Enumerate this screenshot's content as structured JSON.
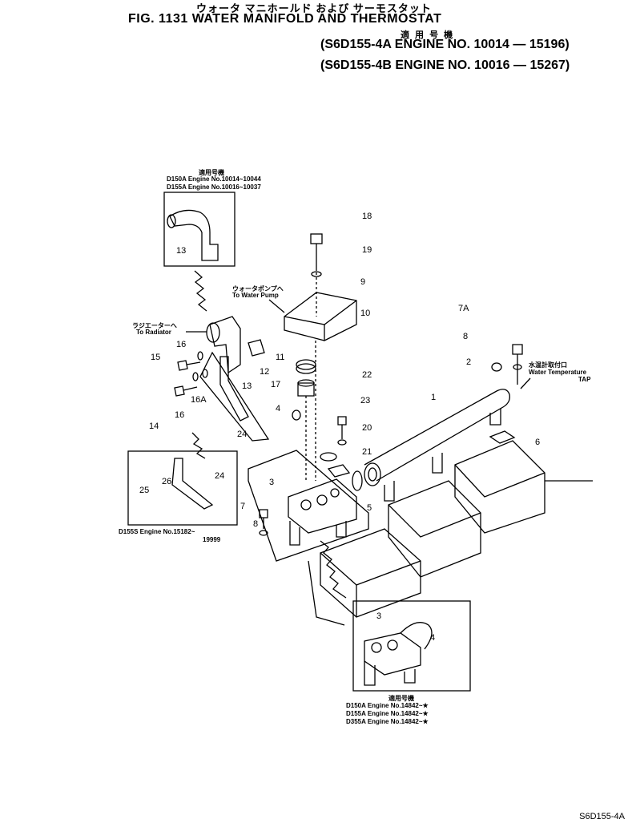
{
  "header": {
    "title_jp": "ウォータ マニホールド および サーモスタット",
    "fig_title": "FIG. 1131  WATER MANIFOLD AND THERMOSTAT",
    "applicability_jp": "適 用 号 機",
    "applicability_a": "(S6D155-4A  ENGINE NO. 10014 — 15196)",
    "applicability_b": "(S6D155-4B  ENGINE NO. 10016 — 15267)"
  },
  "insets": {
    "top": {
      "jp": "適用号機",
      "line1": "D150A Engine No.10014~10044",
      "line2": "D155A Engine No.10016~10037"
    },
    "left": {
      "line1": "D155S Engine No.15182~",
      "line2": "19999"
    },
    "bottom": {
      "jp": "適用号機",
      "line1": "D150A Engine No.14842~★",
      "line2": "D155A Engine No.14842~★",
      "line3": "D355A Engine No.14842~★"
    }
  },
  "annotations": {
    "water_pump_jp": "ウォータポンプへ",
    "water_pump": "To Water Pump",
    "radiator_jp": "ラジエーターへ",
    "radiator": "To Radiator",
    "temp_jp": "水温計取付口",
    "temp": "Water Temperature",
    "temp_tap": "TAP"
  },
  "parts": {
    "p18": "18",
    "p19": "19",
    "p9": "9",
    "p10": "10",
    "p7a": "7A",
    "p8": "8",
    "p2": "2",
    "p11": "11",
    "p12": "12",
    "p16": "16",
    "p15": "15",
    "p13": "13",
    "p13b": "13",
    "p17": "17",
    "p22": "22",
    "p23": "23",
    "p1": "1",
    "p6": "6",
    "p4": "4",
    "p16a": "16A",
    "p16b": "16",
    "p14": "14",
    "p20": "20",
    "p24": "24",
    "p21": "21",
    "p3": "3",
    "p5": "5",
    "p7": "7",
    "p8b": "8",
    "p25": "25",
    "p26": "26",
    "p24b": "24",
    "p3b": "3",
    "p4b": "4"
  },
  "footer": {
    "code": "S6D155-4A"
  }
}
